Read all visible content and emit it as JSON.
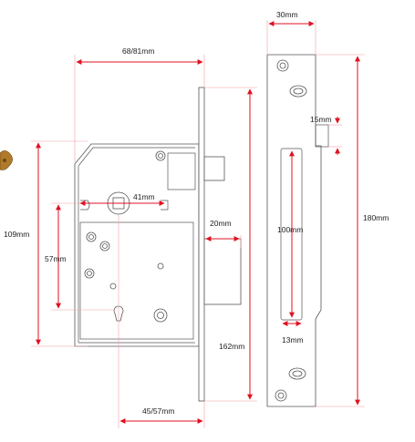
{
  "dimensions": {
    "body_width": "68/81mm",
    "backset": "45/57mm",
    "body_height": "109mm",
    "centres": "57mm",
    "spindle_offset": "41mm",
    "faceplate_height": "162mm",
    "bolt_throw": "20mm",
    "keep_width": "30mm",
    "keep_height": "180mm",
    "latch_recess": "15mm",
    "slot_height": "100mm",
    "slot_width": "13mm"
  },
  "colors": {
    "dimension_line": "#e01020",
    "outline": "#555555",
    "text": "#222222"
  }
}
